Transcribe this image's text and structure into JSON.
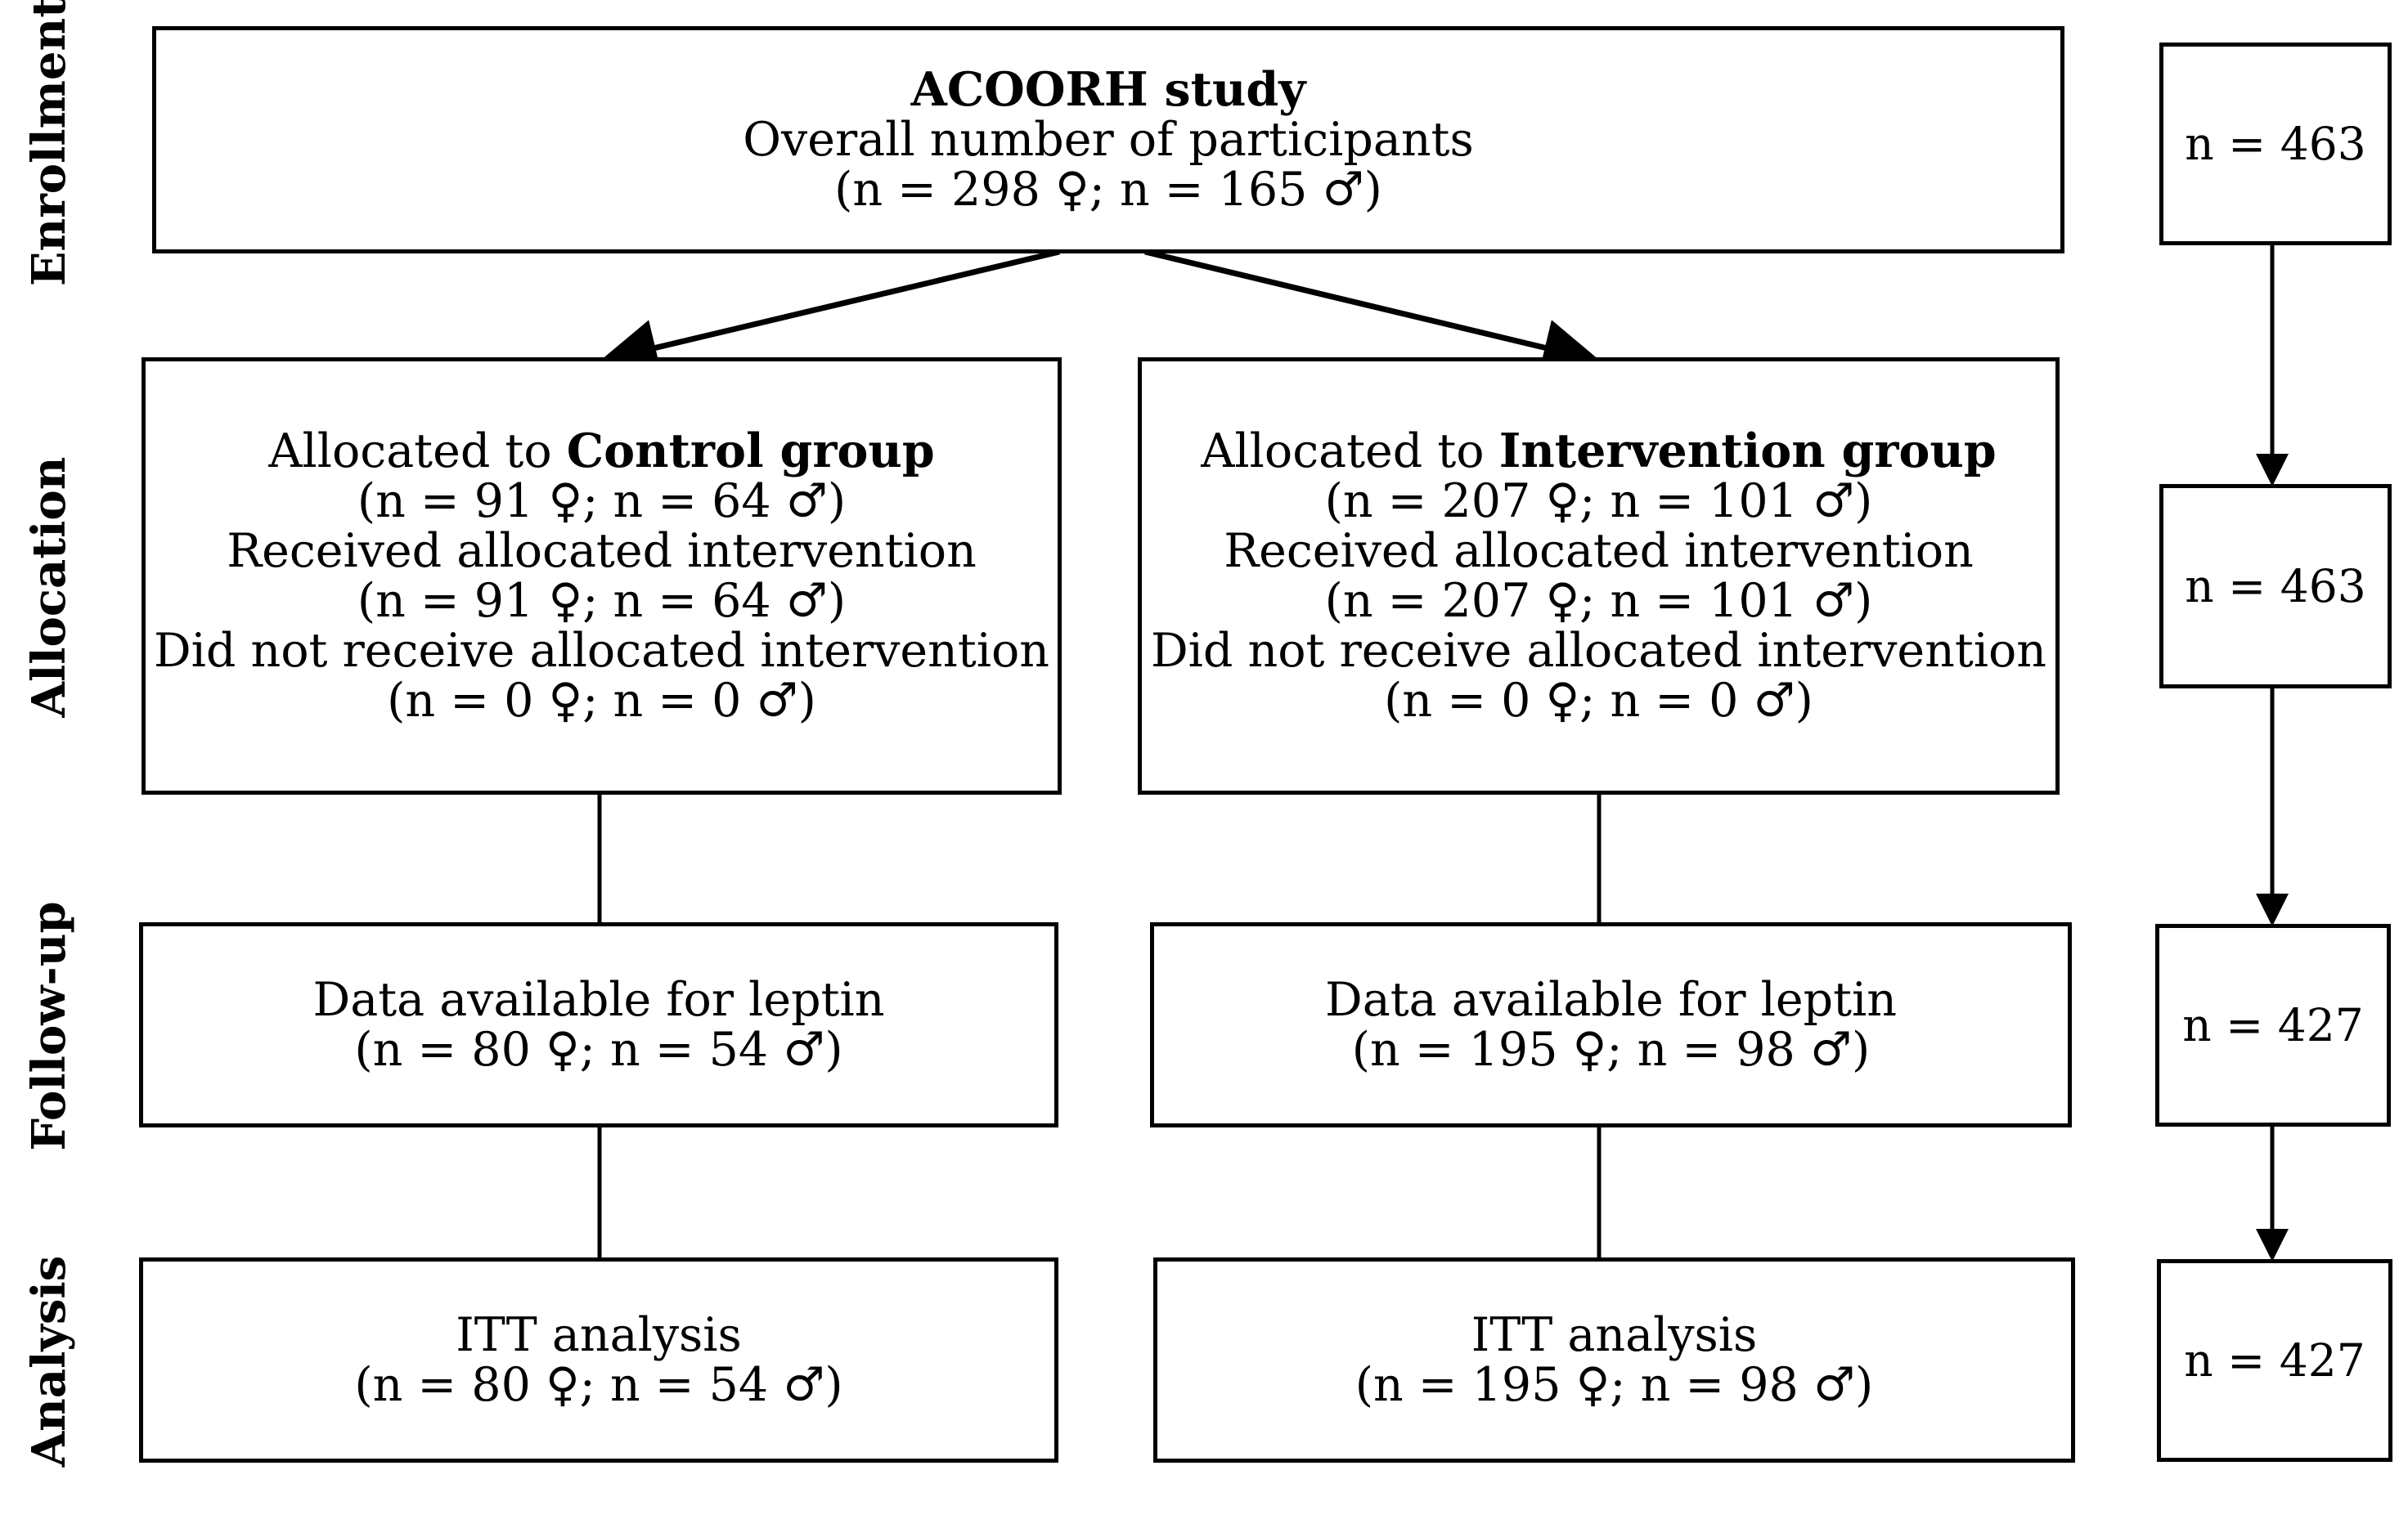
{
  "phases": {
    "enrollment": "Enrollment",
    "allocation": "Allocation",
    "follow_up": "Follow-up",
    "analysis": "Analysis"
  },
  "enrollment_box": {
    "title": "ACOORH study",
    "subtitle": "Overall number of participants",
    "counts": "(n = 298 ♀; n = 165 ♂)"
  },
  "control": {
    "allocated_prefix": "Allocated to ",
    "allocated_group": "Control group",
    "allocated_counts": "(n = 91 ♀; n = 64 ♂)",
    "received_label": "Received allocated intervention",
    "received_counts": "(n = 91 ♀; n = 64 ♂)",
    "not_received_label": "Did not receive allocated intervention",
    "not_received_counts": "(n = 0 ♀; n = 0 ♂)",
    "followup_label": "Data available for leptin",
    "followup_counts": "(n = 80 ♀; n = 54 ♂)",
    "analysis_label": "ITT analysis",
    "analysis_counts": "(n = 80 ♀; n = 54 ♂)"
  },
  "intervention": {
    "allocated_prefix": "Allocated to ",
    "allocated_group": "Intervention group",
    "allocated_counts": "(n = 207 ♀; n = 101 ♂)",
    "received_label": "Received allocated intervention",
    "received_counts": "(n = 207 ♀; n = 101 ♂)",
    "not_received_label": "Did not receive allocated intervention",
    "not_received_counts": "(n = 0 ♀; n = 0 ♂)",
    "followup_label": "Data available for leptin",
    "followup_counts": "(n = 195 ♀; n = 98 ♂)",
    "analysis_label": "ITT analysis",
    "analysis_counts": "(n = 195 ♀; n = 98 ♂)"
  },
  "totals": {
    "enrollment": "n = 463",
    "allocation": "n = 463",
    "follow_up": "n = 427",
    "analysis": "n = 427"
  }
}
